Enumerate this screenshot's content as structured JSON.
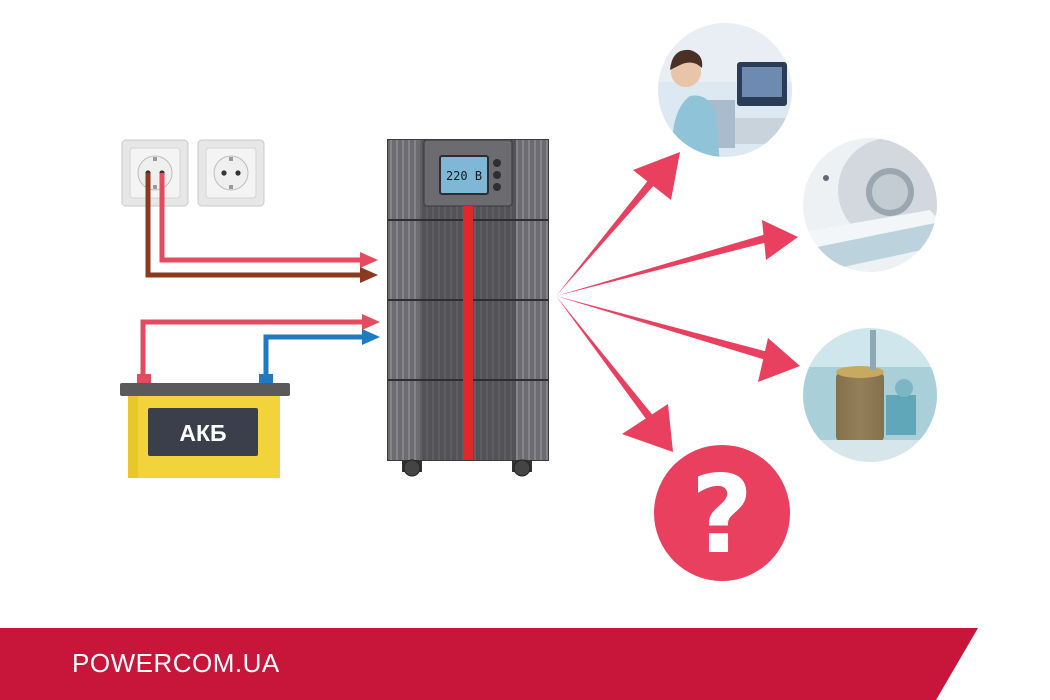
{
  "ups": {
    "display_value": "220 В"
  },
  "battery": {
    "label": "АКБ"
  },
  "loads": [
    {
      "name": "ultrasound-photo-icon"
    },
    {
      "name": "mri-scanner-photo-icon"
    },
    {
      "name": "surgery-equipment-photo-icon"
    },
    {
      "name": "unknown-load-icon"
    }
  ],
  "unknown_load": {
    "symbol": "?"
  },
  "footer": {
    "site": "POWERCOM.UA"
  },
  "colors": {
    "brand_red": "#c8163a",
    "arrow_red": "#e8405e",
    "phase_red": "#e64a5f",
    "neutral_brown": "#8a3a1f",
    "battery_minus_blue": "#1f7ac2",
    "battery_body": "#f2d33c",
    "ups_body": "#6e6e72"
  }
}
